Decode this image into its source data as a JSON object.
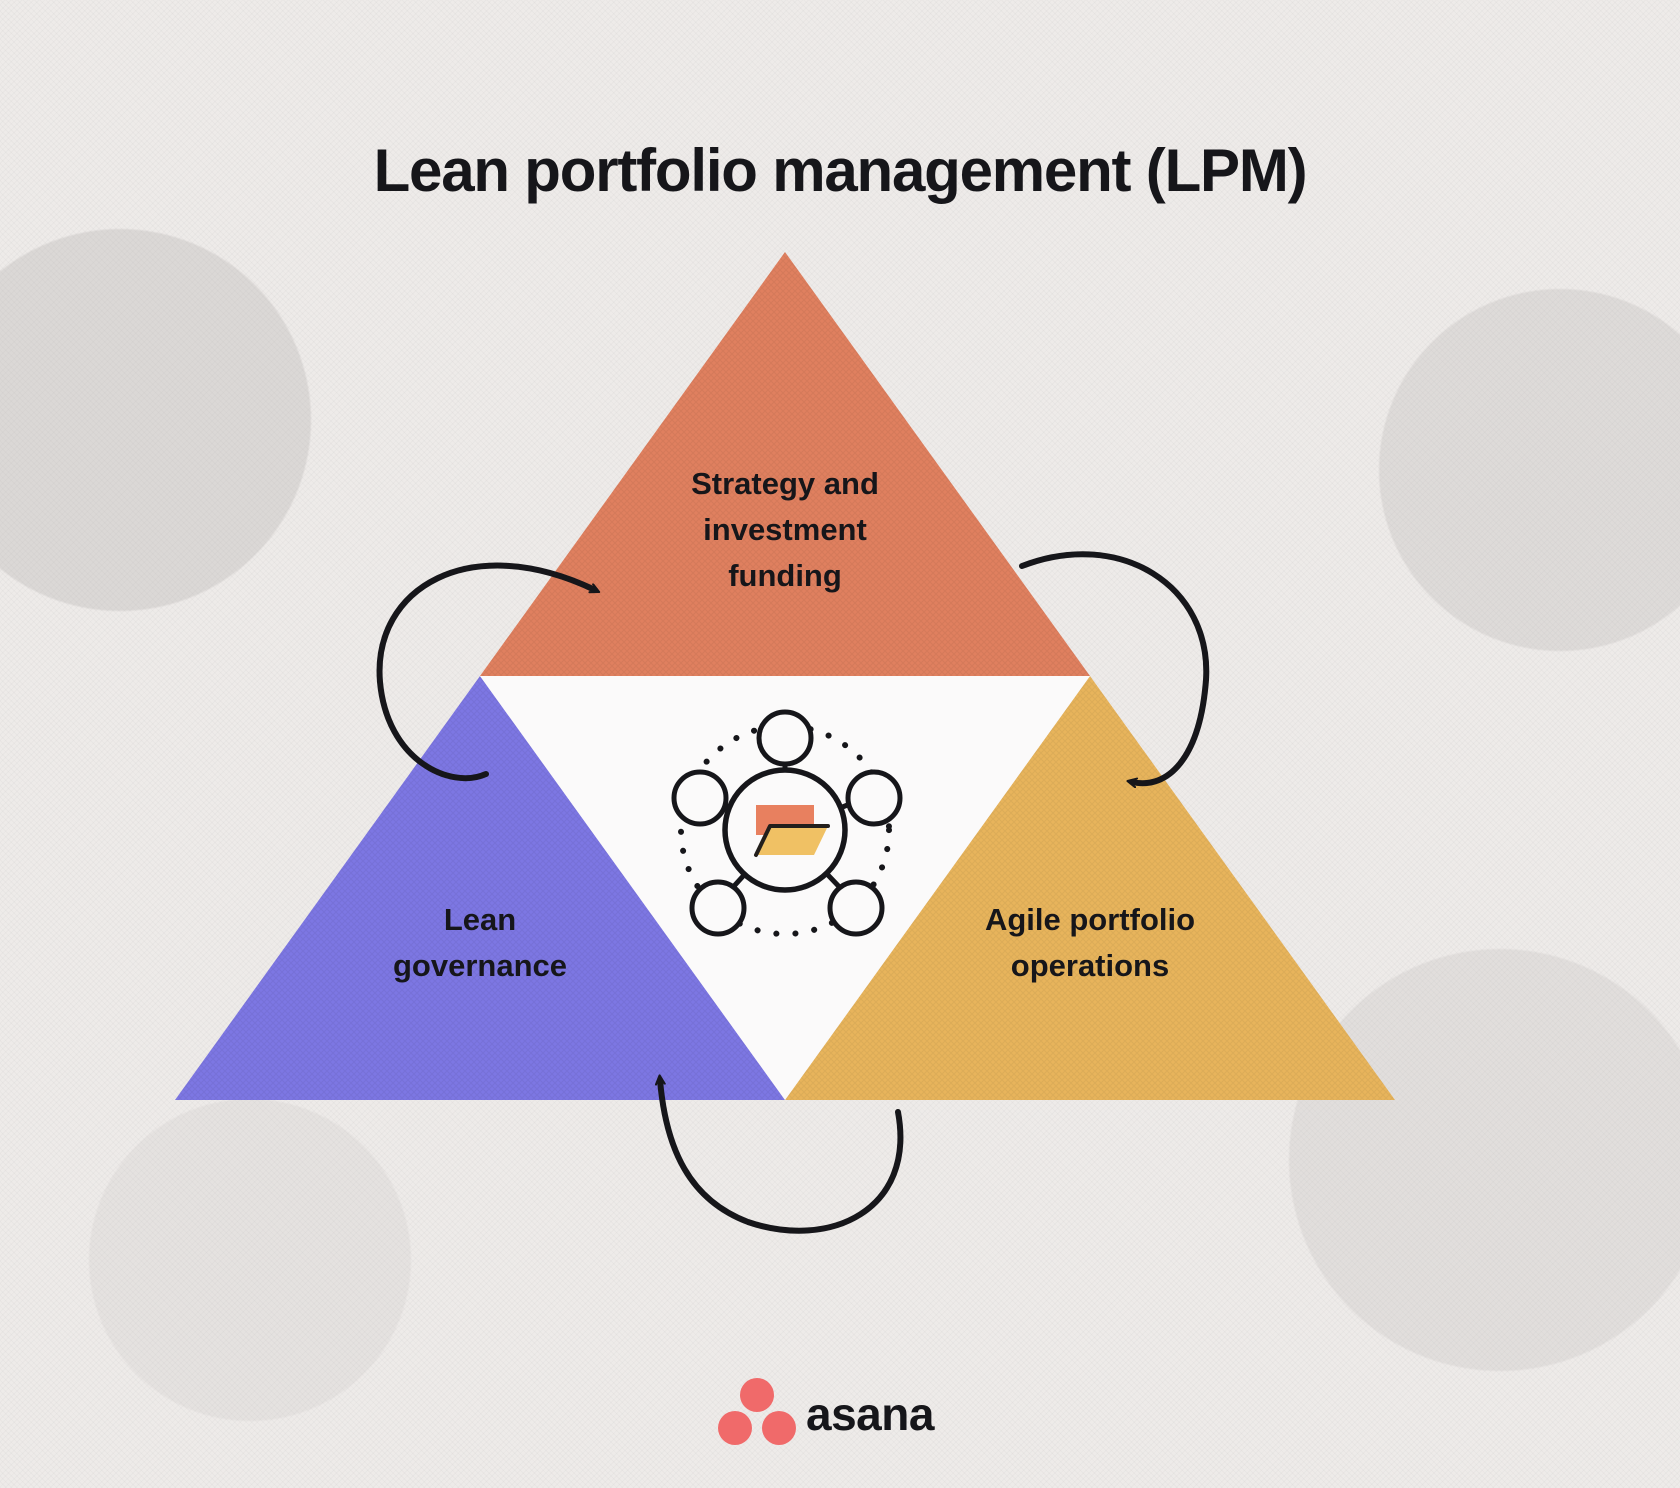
{
  "page": {
    "title": "Lean portfolio management (LPM)",
    "background_color": "#eeebe9"
  },
  "diagram": {
    "type": "triangle-framework",
    "name": "lean-portfolio-management-triangle",
    "segments": [
      {
        "id": "strategy",
        "position": "top",
        "label_lines": [
          "Strategy and",
          "investment",
          "funding"
        ],
        "label": "Strategy and investment funding",
        "color": "#e0805f"
      },
      {
        "id": "lean-governance",
        "position": "bottom-left",
        "label_lines": [
          "Lean",
          "governance"
        ],
        "label": "Lean governance",
        "color": "#7d77e3"
      },
      {
        "id": "agile-portfolio-operations",
        "position": "bottom-right",
        "label_lines": [
          "Agile portfolio",
          "operations"
        ],
        "label": "Agile portfolio operations",
        "color": "#e8b45c"
      }
    ],
    "center": {
      "id": "center-node",
      "icon": "portfolio-network-icon",
      "inner_icon": "folder-icon",
      "folder_top_color": "#e8805f",
      "folder_bottom_color": "#f0c164",
      "satellite_count": 5,
      "stroke_color": "#16161a",
      "fill_color": "#ffffff"
    },
    "arrows": [
      {
        "id": "arrow-to-strategy",
        "name": "curved-arrow-left",
        "direction": "into-top-segment"
      },
      {
        "id": "arrow-to-operations",
        "name": "curved-arrow-right",
        "direction": "into-bottom-right-segment"
      },
      {
        "id": "arrow-to-governance",
        "name": "curved-arrow-bottom",
        "direction": "into-bottom-left-segment"
      }
    ]
  },
  "branding": {
    "logo_name": "asana-logo",
    "wordmark": "asana",
    "dot_color": "#f06a6a"
  }
}
